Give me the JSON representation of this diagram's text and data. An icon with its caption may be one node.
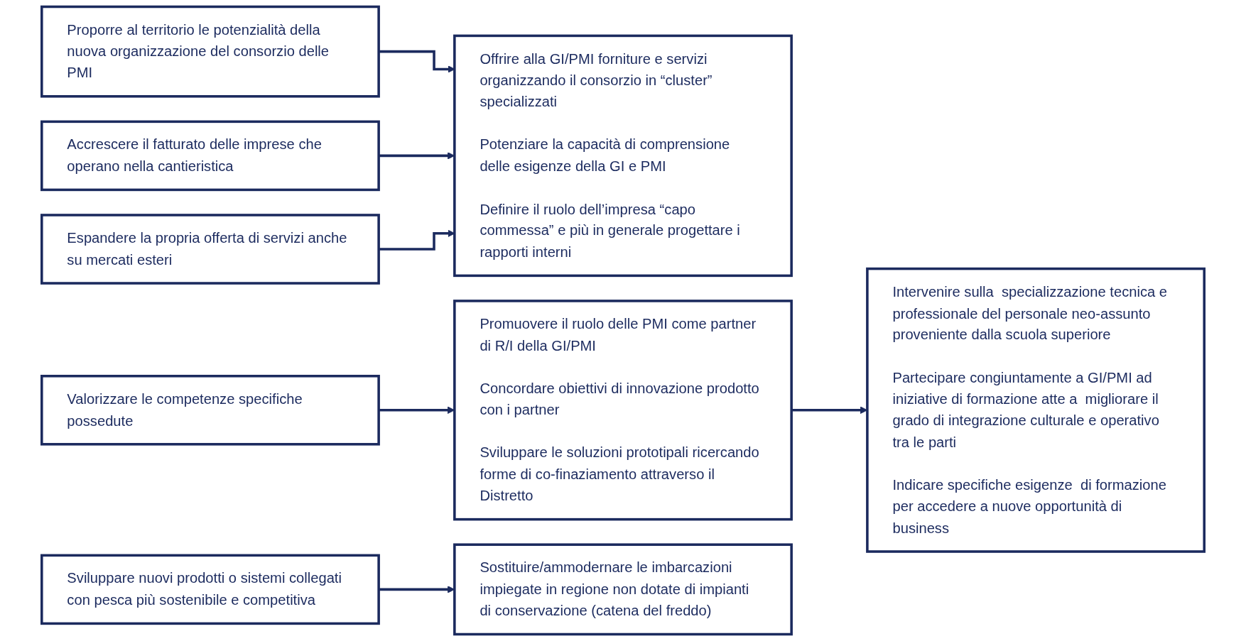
{
  "diagram": {
    "nodes": [
      {
        "text": [
          "Proporre al territorio le potenzialità della nuova organizzazione del consorzio delle PMI"
        ]
      },
      {
        "text": [
          "Accrescere il fatturato delle imprese che operano nella cantieristica"
        ]
      },
      {
        "text": [
          "Espandere la propria offerta di servizi anche su mercati esteri"
        ]
      },
      {
        "text": [
          "Valorizzare le competenze specifiche possedute"
        ]
      },
      {
        "text": [
          "Sviluppare nuovi prodotti o sistemi collegati con pesca più sostenibile e competitiva"
        ]
      },
      {
        "text": [
          "Offrire alla GI/PMI forniture e servizi organizzando il consorzio in “cluster” specializzati",
          "Potenziare la capacità di comprensione delle esigenze della GI e PMI",
          "Definire il ruolo dell’impresa “capo commessa” e più in generale progettare i rapporti interni"
        ]
      },
      {
        "text": [
          "Promuovere il ruolo delle PMI come partner di R/I della GI/PMI",
          "Concordare obiettivi di innovazione prodotto con i partner",
          "Sviluppare le soluzioni prototipali ricercando forme di co-finaziamento attraverso il Distretto"
        ]
      },
      {
        "text": [
          "Sostituire/ammodernare le imbarcazioni impiegate in regione non dotate di impianti di conservazione (catena del freddo)"
        ]
      },
      {
        "text": [
          "Intervenire sulla  specializzazione tecnica e professionale del personale neo-assunto proveniente dalla scuola superiore",
          "Partecipare congiuntamente a GI/PMI ad iniziative di formazione atte a  migliorare il grado di integrazione culturale e operativo tra le parti",
          "Indicare specifiche esigenze  di formazione per accedere a nuove opportunità di business"
        ]
      }
    ],
    "edges": [
      {
        "from": 0,
        "to": 5,
        "arrow": "to"
      },
      {
        "from": 1,
        "to": 5,
        "arrow": "to"
      },
      {
        "from": 2,
        "to": 5,
        "arrow": "to"
      },
      {
        "from": 3,
        "to": 6,
        "arrow": "to"
      },
      {
        "from": 4,
        "to": 7,
        "arrow": "to"
      },
      {
        "from": 6,
        "to": 8,
        "arrow": "to"
      }
    ]
  }
}
